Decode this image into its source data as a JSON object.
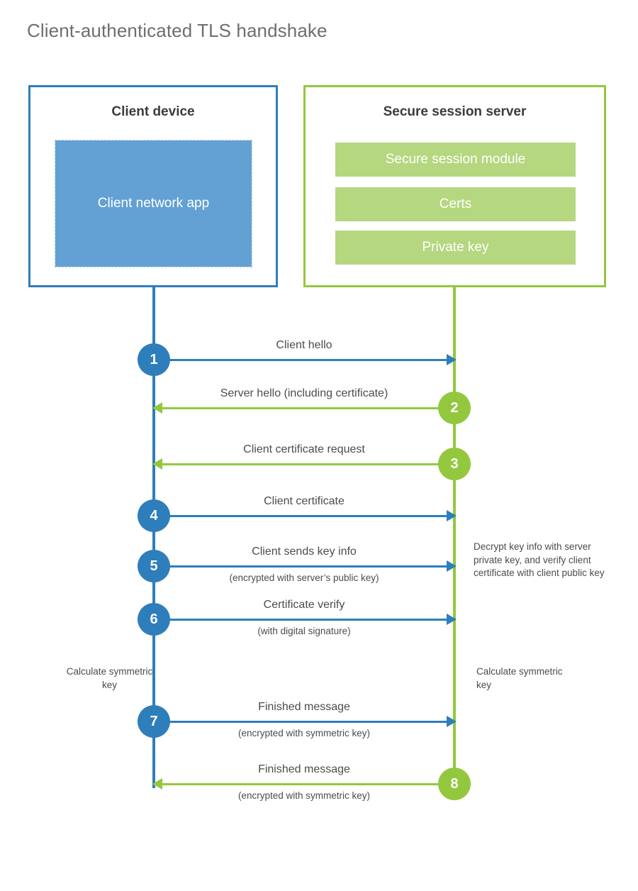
{
  "title": "Client-authenticated TLS handshake",
  "colors": {
    "client_accent": "#2e7ebb",
    "server_accent": "#93c83e",
    "client_app_fill": "#63a0d4",
    "server_bar_fill": "#b5d780",
    "title_text": "#6d6e71",
    "body_text": "#4c4c4c"
  },
  "client": {
    "title": "Client device",
    "app_label": "Client network app"
  },
  "server": {
    "title": "Secure session server",
    "modules": [
      {
        "label": "Secure session module"
      },
      {
        "label": "Certs"
      },
      {
        "label": "Private key"
      }
    ]
  },
  "notes": {
    "server_decrypt": "Decrypt key info with server private key, and verify client certificate with client public key",
    "client_calculate": "Calculate symmetric key",
    "server_calculate": "Calculate symmetric key"
  },
  "messages": [
    {
      "step": "1",
      "label": "Client hello",
      "sublabel": "",
      "direction": "client-to-server",
      "origin": "client"
    },
    {
      "step": "2",
      "label": "Server hello (including certificate)",
      "sublabel": "",
      "direction": "server-to-client",
      "origin": "server"
    },
    {
      "step": "3",
      "label": "Client certificate request",
      "sublabel": "",
      "direction": "server-to-client",
      "origin": "server"
    },
    {
      "step": "4",
      "label": "Client certificate",
      "sublabel": "",
      "direction": "client-to-server",
      "origin": "client"
    },
    {
      "step": "5",
      "label": "Client sends key info",
      "sublabel": "(encrypted with server’s public key)",
      "direction": "client-to-server",
      "origin": "client"
    },
    {
      "step": "6",
      "label": "Certificate verify",
      "sublabel": "(with digital signature)",
      "direction": "client-to-server",
      "origin": "client"
    },
    {
      "step": "7",
      "label": "Finished message",
      "sublabel": "(encrypted with symmetric key)",
      "direction": "client-to-server",
      "origin": "client"
    },
    {
      "step": "8",
      "label": "Finished message",
      "sublabel": "(encrypted with symmetric key)",
      "direction": "server-to-client",
      "origin": "server"
    }
  ]
}
